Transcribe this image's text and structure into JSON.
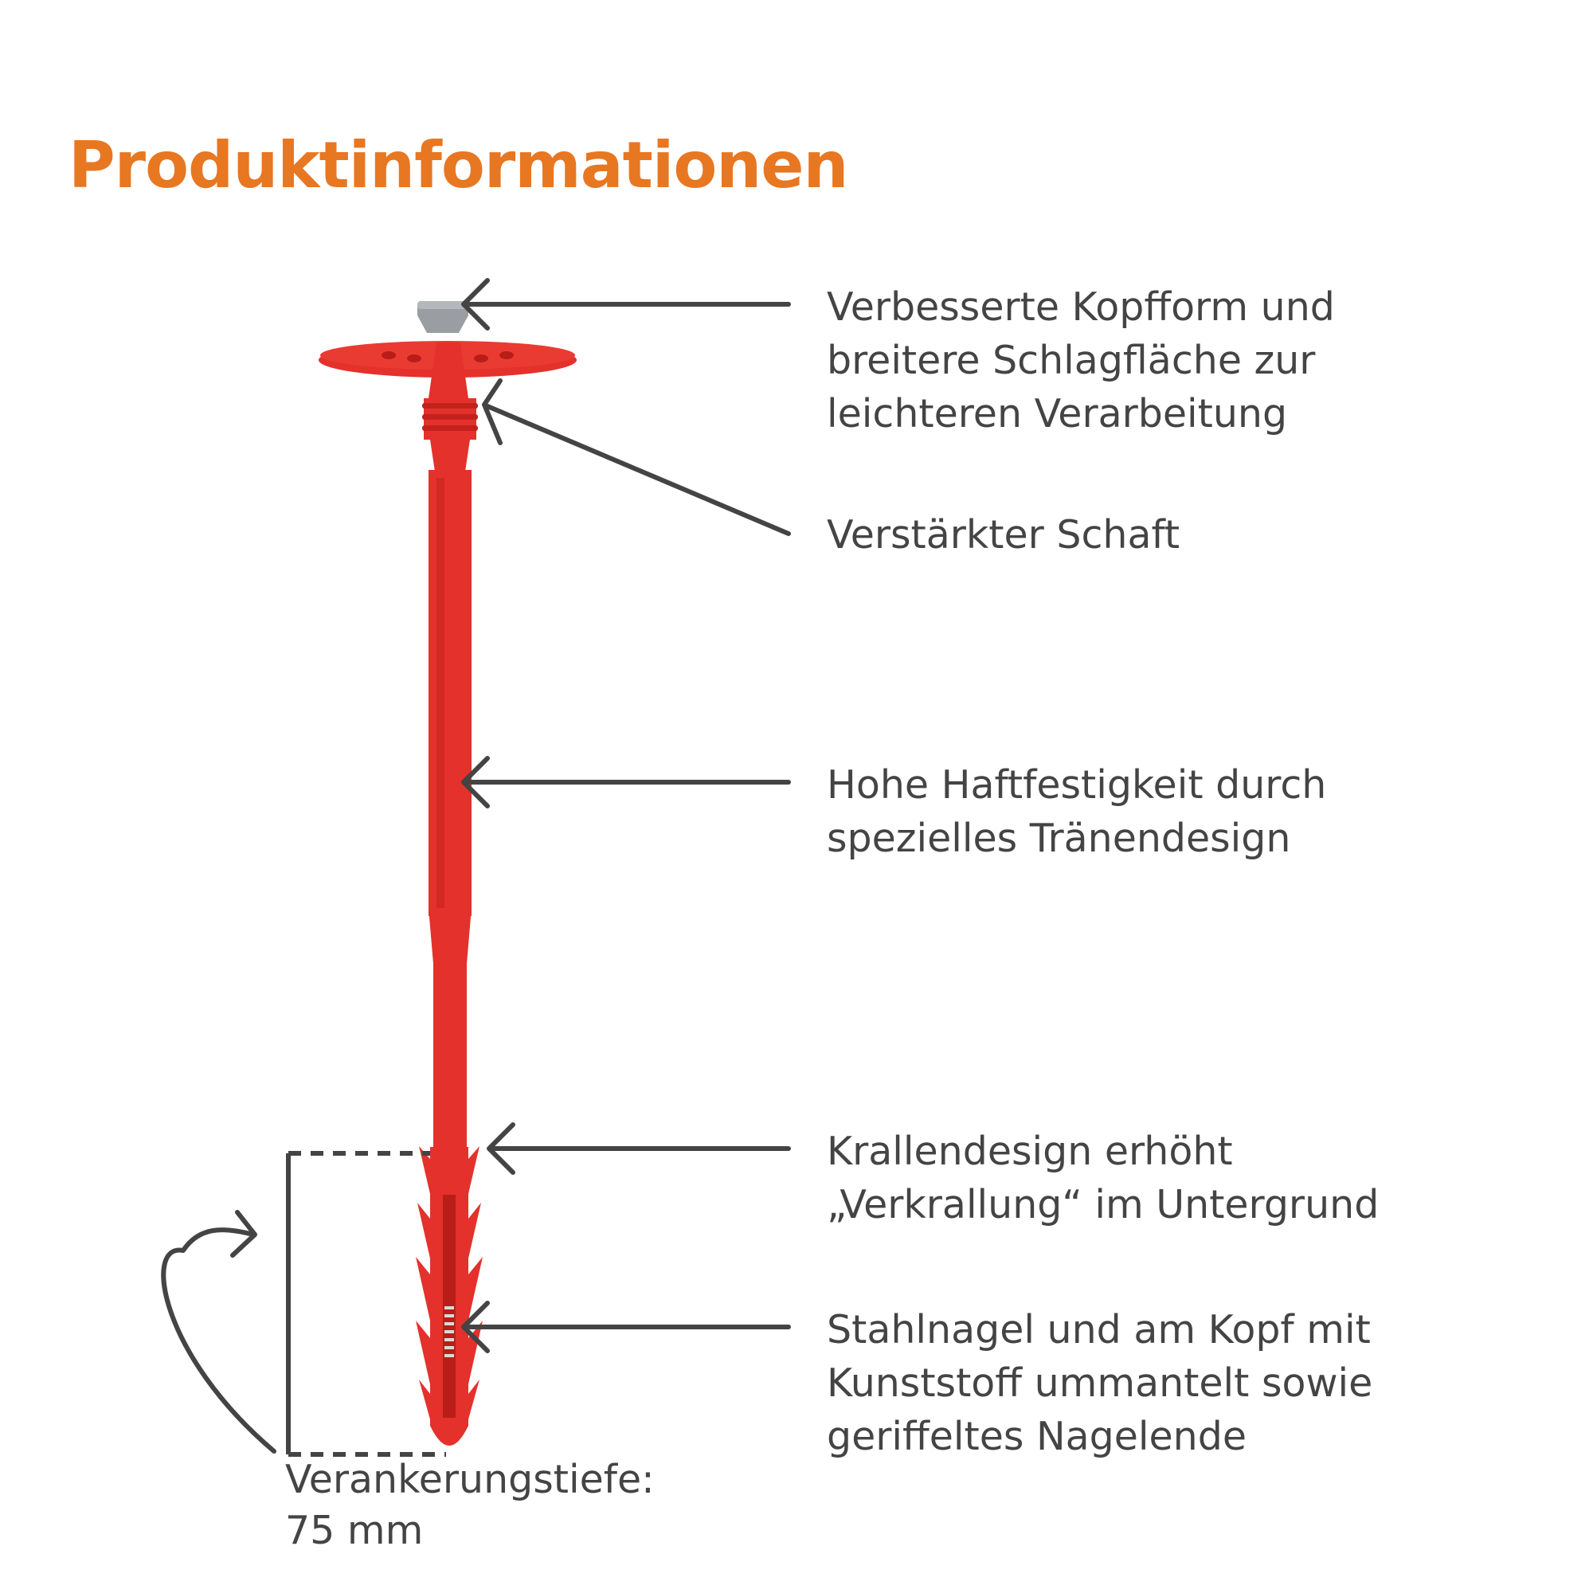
{
  "title": "Produktinformationen",
  "colors": {
    "title": "#e87722",
    "text": "#444444",
    "anchor_body": "#e4312b",
    "anchor_dark": "#c3221c",
    "cap": "#9a9ea3",
    "arrow": "#444444"
  },
  "annotations": [
    {
      "lines": [
        "Verbesserte Kopfform und",
        "breitere Schlagfläche zur",
        "leichteren Verarbeitung"
      ]
    },
    {
      "lines": [
        "Verstärkter Schaft"
      ]
    },
    {
      "lines": [
        "Hohe Haftfestigkeit durch",
        "spezielles Tränendesign"
      ]
    },
    {
      "lines": [
        "Krallendesign erhöht",
        "„Verkrallung“ im Untergrund"
      ]
    },
    {
      "lines": [
        "Stahlnagel und am Kopf mit",
        "Kunststoff ummantelt sowie",
        "geriffeltes Nagelende"
      ]
    }
  ],
  "anchoring_depth": {
    "label": "Verankerungstiefe:",
    "value": "75 mm"
  }
}
